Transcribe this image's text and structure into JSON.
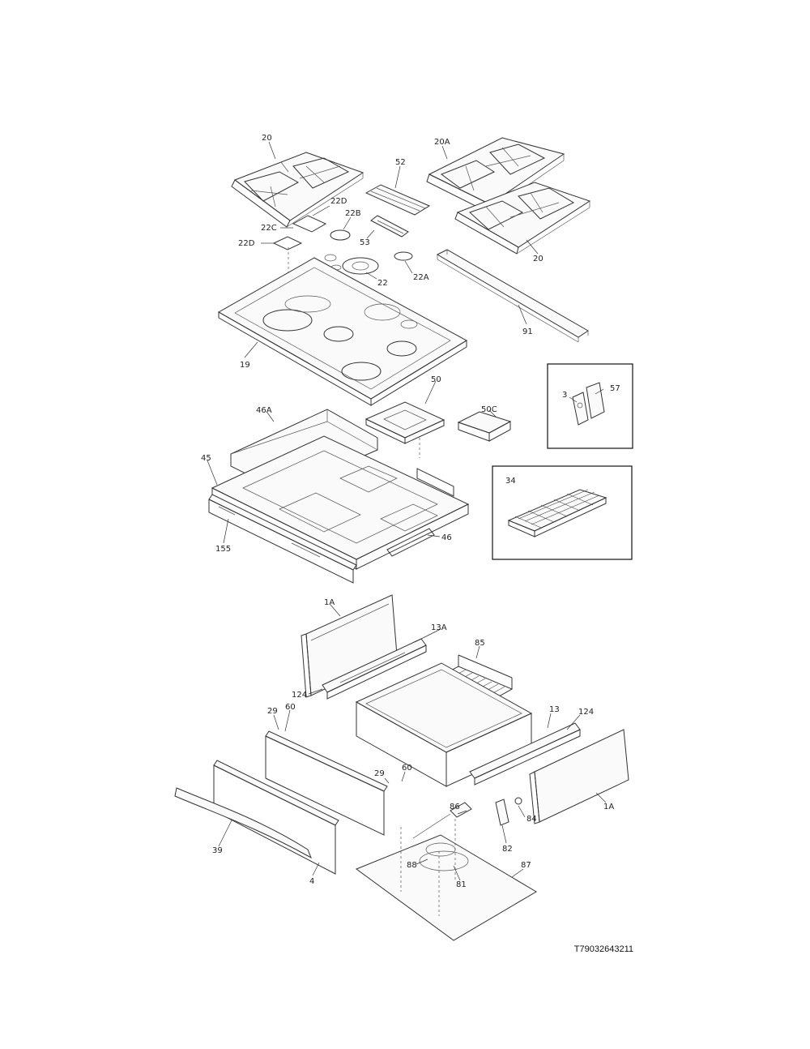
{
  "diagram": {
    "labels": [
      {
        "id": "l20a",
        "text": "20"
      },
      {
        "id": "l20b",
        "text": "20A"
      },
      {
        "id": "l52",
        "text": "52"
      },
      {
        "id": "l22d_top",
        "text": "22D"
      },
      {
        "id": "l22c",
        "text": "22C"
      },
      {
        "id": "l22d",
        "text": "22D"
      },
      {
        "id": "l22b",
        "text": "22B"
      },
      {
        "id": "l53",
        "text": "53"
      },
      {
        "id": "l20c",
        "text": "20"
      },
      {
        "id": "l22",
        "text": "22"
      },
      {
        "id": "l22a",
        "text": "22A"
      },
      {
        "id": "l91",
        "text": "91"
      },
      {
        "id": "l19",
        "text": "19"
      },
      {
        "id": "l50",
        "text": "50"
      },
      {
        "id": "l50c",
        "text": "50C"
      },
      {
        "id": "l3",
        "text": "3"
      },
      {
        "id": "l57",
        "text": "57"
      },
      {
        "id": "l46a",
        "text": "46A"
      },
      {
        "id": "l45",
        "text": "45"
      },
      {
        "id": "l34",
        "text": "34"
      },
      {
        "id": "l155",
        "text": "155"
      },
      {
        "id": "l46",
        "text": "46"
      },
      {
        "id": "l1a_top",
        "text": "1A"
      },
      {
        "id": "l13a",
        "text": "13A"
      },
      {
        "id": "l85",
        "text": "85"
      },
      {
        "id": "l124_l",
        "text": "124"
      },
      {
        "id": "l29_l",
        "text": "29"
      },
      {
        "id": "l60_l",
        "text": "60"
      },
      {
        "id": "l13",
        "text": "13"
      },
      {
        "id": "l124_r",
        "text": "124"
      },
      {
        "id": "l29_m",
        "text": "29"
      },
      {
        "id": "l60_m",
        "text": "60"
      },
      {
        "id": "l1a_r",
        "text": "1A"
      },
      {
        "id": "l86",
        "text": "86"
      },
      {
        "id": "l84",
        "text": "84"
      },
      {
        "id": "l39",
        "text": "39"
      },
      {
        "id": "l82",
        "text": "82"
      },
      {
        "id": "l88",
        "text": "88"
      },
      {
        "id": "l81",
        "text": "81"
      },
      {
        "id": "l87",
        "text": "87"
      },
      {
        "id": "l4",
        "text": "4"
      }
    ],
    "reference_number": "T79032643211"
  }
}
